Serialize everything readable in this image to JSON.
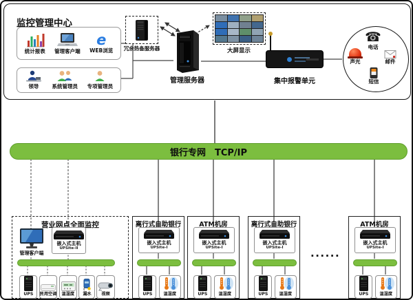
{
  "header": {
    "title": "监控管理中心",
    "tools": [
      {
        "label": "统计报表",
        "icon": "bar-chart-icon"
      },
      {
        "label": "管理客户端",
        "icon": "laptop-icon"
      },
      {
        "label": "WEB浏览",
        "icon": "ie-browser-icon"
      }
    ],
    "roles": [
      {
        "label": "领导",
        "icon": "leader-icon"
      },
      {
        "label": "系统管理员",
        "icon": "admin-group-icon"
      },
      {
        "label": "专项管理员",
        "icon": "admin-icon"
      }
    ],
    "standby_server_label": "冗余热备服务器",
    "management_server_label": "管理服务器",
    "display_wall_label": "大屏显示",
    "alarm_unit_label": "集中报警单元",
    "alert_channels": [
      {
        "label": "电话",
        "icon": "phone-icon"
      },
      {
        "label": "声光",
        "icon": "siren-icon"
      },
      {
        "label": "邮件",
        "icon": "mail-icon"
      },
      {
        "label": "短信",
        "icon": "sms-icon"
      }
    ]
  },
  "network": {
    "label": "银行专网　TCP/IP"
  },
  "ellipsis": "......",
  "sites": [
    {
      "title": "营业网点全面监控",
      "devices": [
        {
          "label": "管理客户端",
          "icon": "monitor-icon"
        },
        {
          "label": "嵌入式主机",
          "sublabel": "UPSite-II",
          "icon": "embedded-host-icon"
        }
      ],
      "sensors": [
        {
          "label": "UPS",
          "icon": "ups-icon"
        },
        {
          "label": "民用空调",
          "icon": "air-conditioner-icon"
        },
        {
          "label": "温湿度",
          "icon": "temp-humidity-panel-icon"
        },
        {
          "label": "漏水",
          "icon": "water-leak-icon"
        },
        {
          "label": "视频",
          "icon": "camera-icon"
        }
      ]
    },
    {
      "title": "离行式自助银行",
      "host": {
        "label": "嵌入式主机",
        "sublabel": "UPSite-I",
        "icon": "embedded-host-icon"
      },
      "sensors": [
        {
          "label": "UPS",
          "icon": "ups-icon"
        },
        {
          "label": "温湿度",
          "icon": "thermometers-icon"
        }
      ]
    },
    {
      "title": "ATM机房",
      "host": {
        "label": "嵌入式主机",
        "sublabel": "UPSite-I",
        "icon": "embedded-host-icon"
      },
      "sensors": [
        {
          "label": "UPS",
          "icon": "ups-icon"
        },
        {
          "label": "温湿度",
          "icon": "thermometers-icon"
        }
      ]
    },
    {
      "title": "离行式自助银行",
      "host": {
        "label": "嵌入式主机",
        "sublabel": "UPSite-I",
        "icon": "embedded-host-icon"
      },
      "sensors": [
        {
          "label": "UPS",
          "icon": "ups-icon"
        },
        {
          "label": "温湿度",
          "icon": "thermometers-icon"
        }
      ]
    },
    {
      "title": "ATM机房",
      "host": {
        "label": "嵌入式主机",
        "sublabel": "UPSite-I",
        "icon": "embedded-host-icon"
      },
      "sensors": [
        {
          "label": "UPS",
          "icon": "ups-icon"
        },
        {
          "label": "温湿度",
          "icon": "thermometers-icon"
        }
      ]
    }
  ],
  "colors": {
    "network_green": "#7cbe3f",
    "alarm_red": "#e23312",
    "screen_blue": "#2f6db8"
  }
}
